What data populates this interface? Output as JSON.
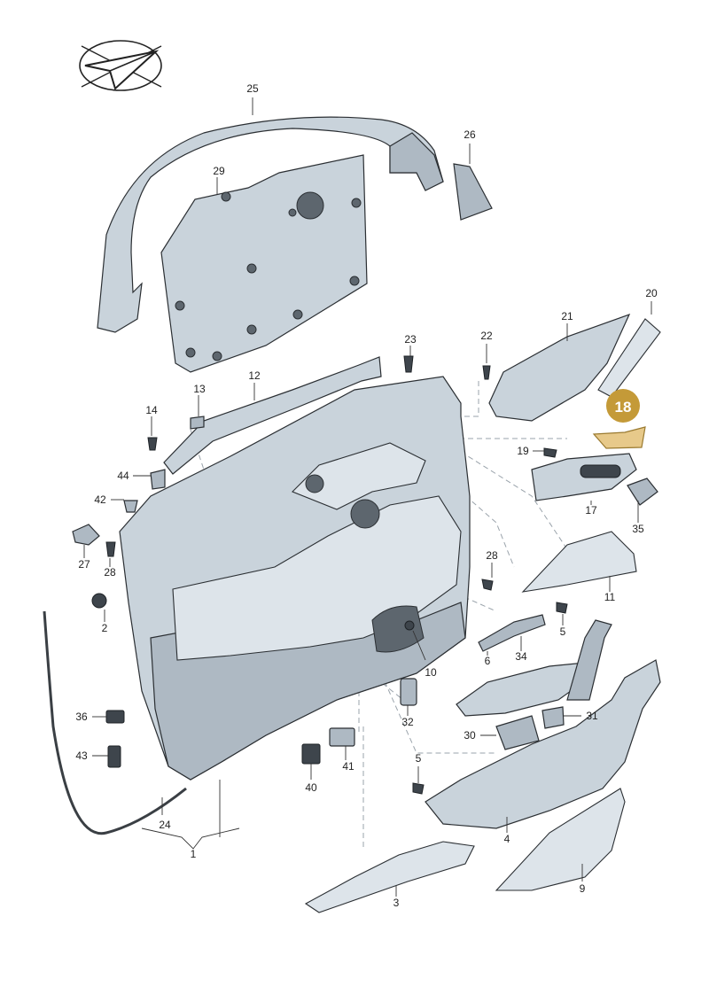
{
  "highlight": {
    "number": "18",
    "color": "#c49a38",
    "part_color": "#e7c98a"
  },
  "part_color": "#c9d3db",
  "logo": {
    "icon": "paper-plane-emblem"
  },
  "callouts": [
    {
      "id": "c25",
      "text": "25"
    },
    {
      "id": "c26",
      "text": "26"
    },
    {
      "id": "c29",
      "text": "29"
    },
    {
      "id": "c20",
      "text": "20"
    },
    {
      "id": "c21",
      "text": "21"
    },
    {
      "id": "c22",
      "text": "22"
    },
    {
      "id": "c23",
      "text": "23"
    },
    {
      "id": "c12",
      "text": "12"
    },
    {
      "id": "c13",
      "text": "13"
    },
    {
      "id": "c14",
      "text": "14"
    },
    {
      "id": "c44",
      "text": "44"
    },
    {
      "id": "c19",
      "text": "19"
    },
    {
      "id": "c17",
      "text": "17"
    },
    {
      "id": "c35",
      "text": "35"
    },
    {
      "id": "c42",
      "text": "42"
    },
    {
      "id": "c27",
      "text": "27"
    },
    {
      "id": "c28a",
      "text": "28"
    },
    {
      "id": "c28b",
      "text": "28"
    },
    {
      "id": "c11",
      "text": "11"
    },
    {
      "id": "c2",
      "text": "2"
    },
    {
      "id": "c5a",
      "text": "5"
    },
    {
      "id": "c6",
      "text": "6"
    },
    {
      "id": "c34",
      "text": "34"
    },
    {
      "id": "c10",
      "text": "10"
    },
    {
      "id": "c31",
      "text": "31"
    },
    {
      "id": "c36",
      "text": "36"
    },
    {
      "id": "c32",
      "text": "32"
    },
    {
      "id": "c30",
      "text": "30"
    },
    {
      "id": "c43",
      "text": "43"
    },
    {
      "id": "c41",
      "text": "41"
    },
    {
      "id": "c40",
      "text": "40"
    },
    {
      "id": "c5b",
      "text": "5"
    },
    {
      "id": "c24",
      "text": "24"
    },
    {
      "id": "c1",
      "text": "1"
    },
    {
      "id": "c4",
      "text": "4"
    },
    {
      "id": "c3",
      "text": "3"
    },
    {
      "id": "c9",
      "text": "9"
    }
  ]
}
